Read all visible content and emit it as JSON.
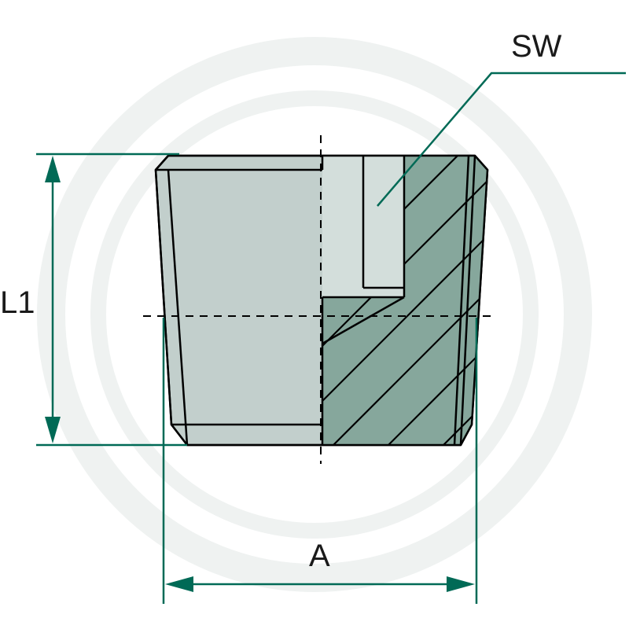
{
  "labels": {
    "sw": "SW",
    "l1": "L1",
    "a": "A"
  },
  "colors": {
    "body_fill": "#c2cfcc",
    "body_light": "#d3dedb",
    "section_fill": "#86a79c",
    "dimension_line": "#006a56",
    "outline": "#000000",
    "watermark": "#eff2f1"
  }
}
